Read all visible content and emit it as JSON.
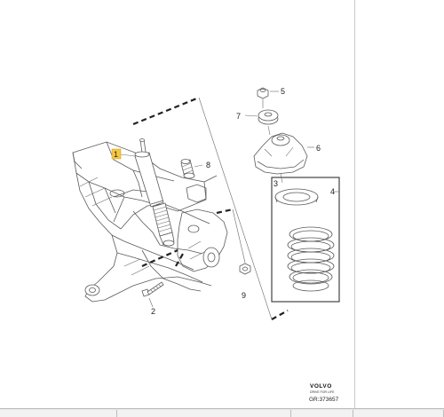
{
  "diagram": {
    "labels": {
      "part_1": "1",
      "part_2": "2",
      "part_3": "3",
      "part_4": "4",
      "part_5": "5",
      "part_6": "6",
      "part_7": "7",
      "part_8": "8",
      "part_9": "9"
    },
    "brand": "VOLVO",
    "brand_sub": "DRIVE FOR LIFE",
    "ref_code": "GR:373657",
    "colors": {
      "line": "#555555",
      "highlight": "#f5c842",
      "background": "#ffffff"
    }
  }
}
